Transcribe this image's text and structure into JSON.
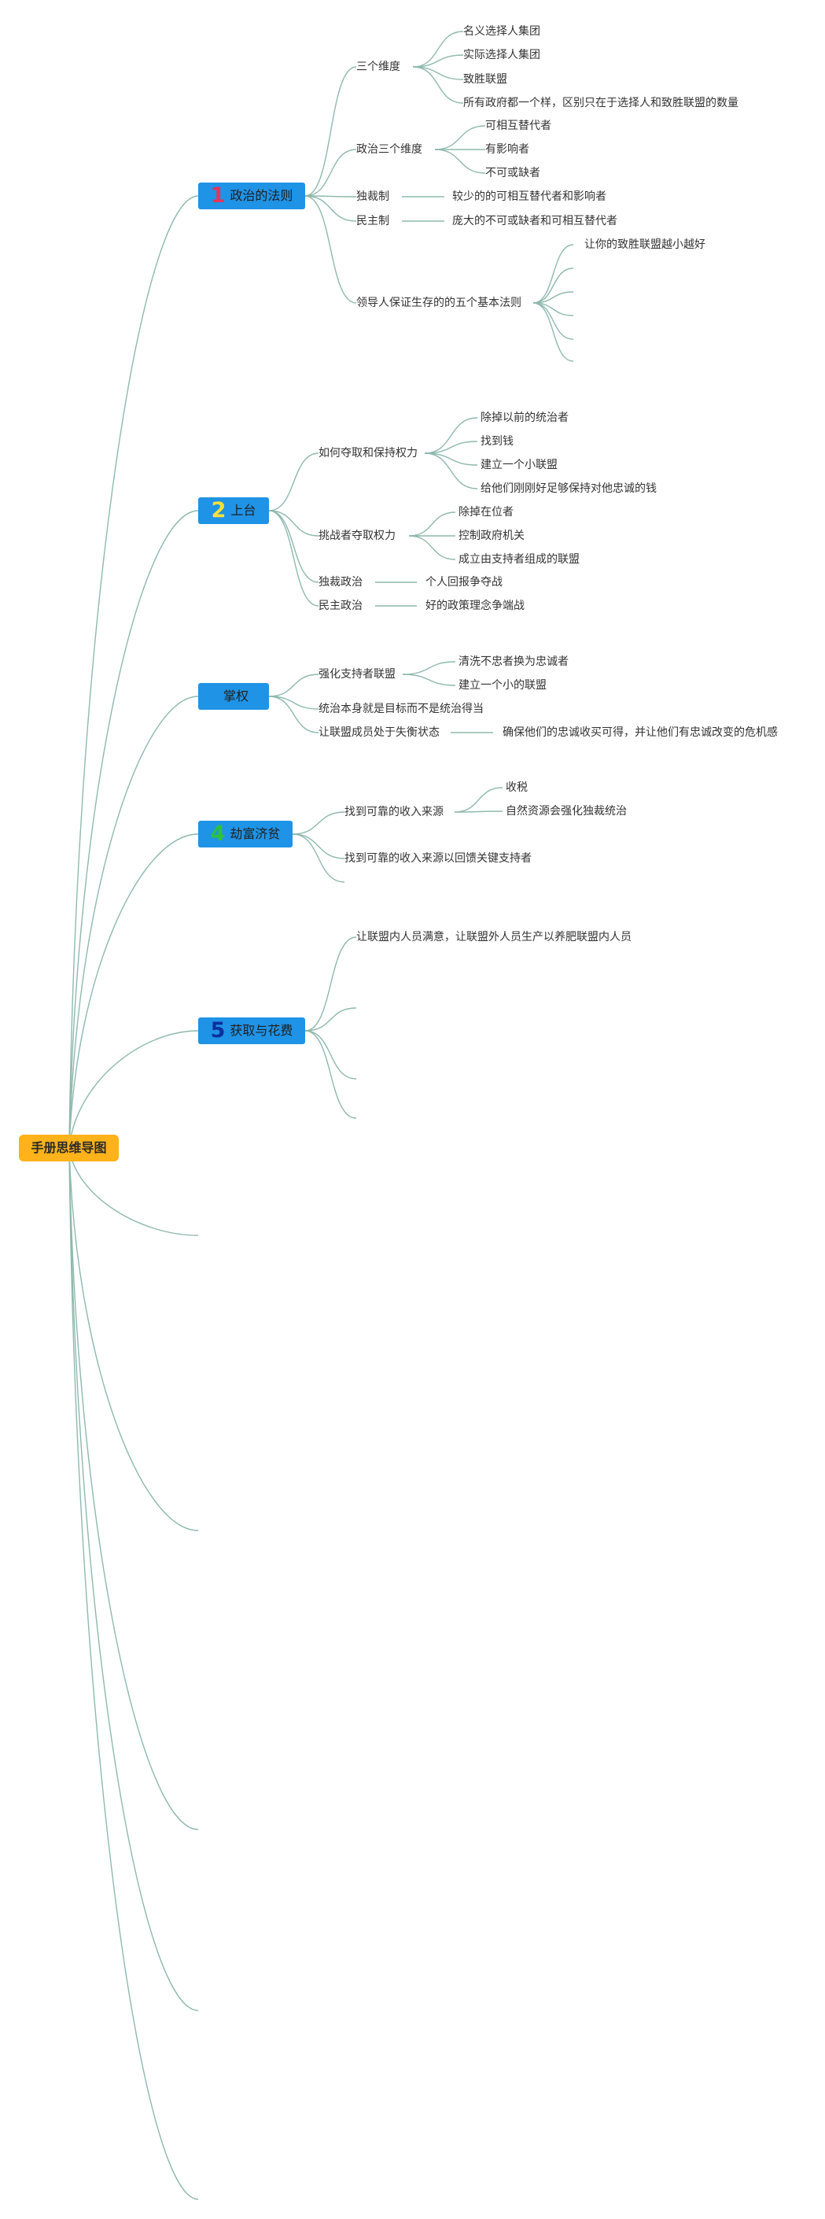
{
  "root": {
    "label": "手册思维导图"
  },
  "branches": [
    {
      "number": "1",
      "number_color": "#e8325a",
      "label": "政治的法则",
      "children": [
        {
          "label": "三个维度",
          "children": [
            "名义选择人集团",
            "实际选择人集团",
            "致胜联盟",
            "所有政府都一个样，区别只在于选择人和致胜联盟的数量"
          ]
        },
        {
          "label": "政治三个维度",
          "children": [
            "可相互替代者",
            "有影响者",
            "不可或缺者"
          ]
        },
        {
          "label": "独裁制",
          "children": [
            "较少的的可相互替代者和影响者"
          ]
        },
        {
          "label": "民主制",
          "children": [
            "庞大的不可或缺者和可相互替代者"
          ]
        },
        {
          "label": "领导人保证生存的的五个基本法则",
          "children": [
            "让你的致胜联盟越小越好",
            "",
            "",
            "",
            ""
          ]
        }
      ]
    },
    {
      "number": "2",
      "number_color": "#f7e13a",
      "label": "上台",
      "children": [
        {
          "label": "如何夺取和保持权力",
          "children": [
            "除掉以前的统治者",
            "找到钱",
            "建立一个小联盟",
            "给他们刚刚好足够保持对他忠诚的钱"
          ]
        },
        {
          "label": "挑战者夺取权力",
          "children": [
            "除掉在位者",
            "控制政府机关",
            "成立由支持者组成的联盟"
          ]
        },
        {
          "label": "独裁政治",
          "children": [
            "个人回报争夺战"
          ]
        },
        {
          "label": "民主政治",
          "children": [
            "好的政策理念争端战"
          ]
        }
      ]
    },
    {
      "number": "",
      "number_color": "#1f93e6",
      "label": "掌权",
      "children": [
        {
          "label": "强化支持者联盟",
          "children": [
            "清洗不忠者换为忠诚者",
            "建立一个小的联盟"
          ]
        },
        {
          "label": "统治本身就是目标而不是统治得当",
          "children": []
        },
        {
          "label": "让联盟成员处于失衡状态",
          "children": [
            "确保他们的忠诚收买可得，并让他们有忠诚改变的危机感"
          ]
        }
      ]
    },
    {
      "number": "4",
      "number_color": "#2ec23c",
      "label": "劫富济贫",
      "children": [
        {
          "label": "找到可靠的收入来源",
          "children": [
            "收税",
            "自然资源会强化独裁统治"
          ]
        },
        {
          "label": "找到可靠的收入来源以回馈关键支持者",
          "children": []
        },
        {
          "label": "",
          "children": []
        }
      ]
    },
    {
      "number": "5",
      "number_color": "#0d2f9e",
      "label": "获取与花费",
      "children": [
        {
          "label": "让联盟内人员满意，让联盟外人员生产以养肥联盟内人员",
          "children": []
        },
        {
          "label": "",
          "children": []
        },
        {
          "label": "",
          "children": []
        },
        {
          "label": "",
          "children": []
        }
      ]
    }
  ]
}
